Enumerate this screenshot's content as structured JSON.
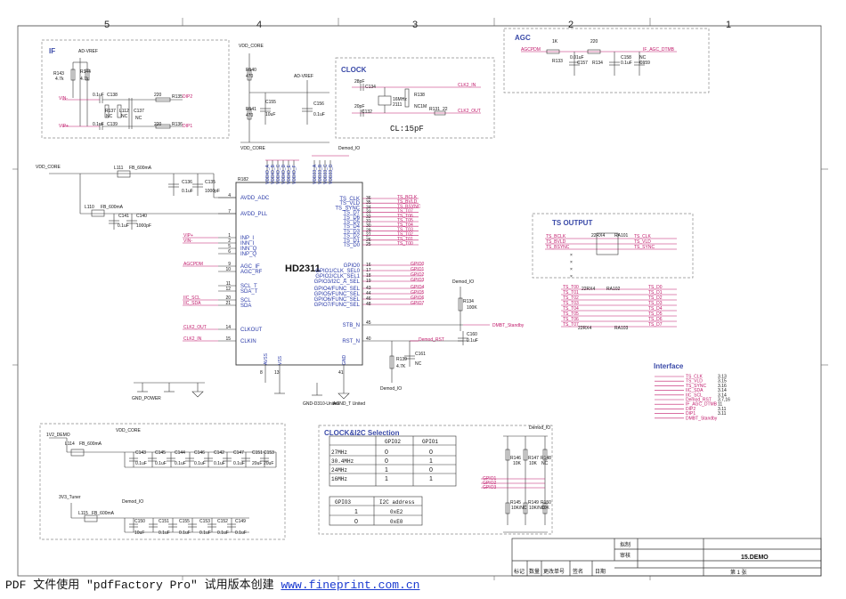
{
  "grid": {
    "cols_top": [
      "5",
      "4",
      "3",
      "2",
      "1"
    ]
  },
  "chip": {
    "name": "HD2311",
    "ref": "R182"
  },
  "blocks": {
    "if": {
      "title": "IF",
      "labels": [
        "AD-VREF",
        "R143",
        "4.7k",
        "R144",
        "4.7k",
        "VIN-",
        "VIP+",
        "C138",
        "0.1uF",
        "C139",
        "0.1uF",
        "R137",
        "NC",
        "L112",
        "NC",
        "C137",
        "NC",
        "R135",
        "220",
        "R136",
        "220",
        "DIP2",
        "DIP1"
      ]
    },
    "vdd_core_top": {
      "labels": [
        "VDD_CORE",
        "R140",
        "470",
        "R141",
        "470",
        "AD-VREF",
        "C155",
        "10uF",
        "C156",
        "0.1uF"
      ]
    },
    "clock": {
      "title": "CLOCK",
      "labels": [
        "28pF",
        "C134",
        "R138",
        "CLK2_IN",
        "20pF",
        "C132",
        "16MHz",
        "2111",
        "NC1M",
        "R131",
        "22",
        "CLK2_OUT"
      ],
      "note": "CL:15pF"
    },
    "agc": {
      "title": "AGC",
      "labels": [
        "1K",
        "220",
        "AGCPDM",
        "R133",
        "0.01uF",
        "C157",
        "R134",
        "C158",
        "0.1uF",
        "IF_AGC_DTMB",
        "NC",
        "C159"
      ]
    },
    "supply": {
      "labels": [
        "VDD_CORE",
        "L111",
        "FB_600mA",
        "C136",
        "0.1uF",
        "C135",
        "1000pF",
        "L110",
        "FB_600mA",
        "C141",
        "0.1uF",
        "C140",
        "1000pF"
      ]
    },
    "left_pins": [
      {
        "num": "4",
        "name": "AVDD_ADC"
      },
      {
        "num": "7",
        "name": "AVDD_PLL"
      },
      {
        "num": "1",
        "name": "INP_I"
      },
      {
        "num": "2",
        "name": "INN_I"
      },
      {
        "num": "5",
        "name": "INN_Q"
      },
      {
        "num": "6",
        "name": "INP_Q"
      },
      {
        "num": "9",
        "name": "AGC_IF"
      },
      {
        "num": "10",
        "name": "AGC_RF"
      },
      {
        "num": "11",
        "name": "SCL_T"
      },
      {
        "num": "12",
        "name": "SDA_T"
      },
      {
        "num": "20",
        "name": "SCL"
      },
      {
        "num": "21",
        "name": "SDA"
      },
      {
        "num": "14",
        "name": "CLKOUT"
      },
      {
        "num": "15",
        "name": "CLKIN"
      }
    ],
    "left_nets": [
      "VIP+",
      "VIN-",
      "AGCPDM",
      "IIC_SCL",
      "IIC_SDA",
      "CLK2_OUT",
      "CLK2_IN"
    ],
    "right_pins_ts": [
      {
        "num": "36",
        "name": "TS_CLK"
      },
      {
        "num": "35",
        "name": "TS_VLD"
      },
      {
        "num": "34",
        "name": "TS_SYNC"
      },
      {
        "num": "33",
        "name": "TS_D7"
      },
      {
        "num": "32",
        "name": "TS_D6"
      },
      {
        "num": "31",
        "name": "TS_D5"
      },
      {
        "num": "30",
        "name": "TS_D4"
      },
      {
        "num": "29",
        "name": "TS_D3"
      },
      {
        "num": "27",
        "name": "TS_D2"
      },
      {
        "num": "26",
        "name": "TS_D1"
      },
      {
        "num": "25",
        "name": "TS_D0"
      }
    ],
    "right_nets_ts": [
      "TS_BCLK",
      "TS_BVLD",
      "TS_BSYNC",
      "TS_T07",
      "TS_T06",
      "TS_T05",
      "TS_T04",
      "TS_T03",
      "TS_T02",
      "TS_T01",
      "TS_T00"
    ],
    "right_pins_gpio": [
      {
        "num": "16",
        "name": "GPIO0"
      },
      {
        "num": "17",
        "name": "GPIO1/CLK_SEL0"
      },
      {
        "num": "18",
        "name": "GPIO2/CLK_SEL1"
      },
      {
        "num": "19",
        "name": "GPIO3/I2C_A_SEL"
      },
      {
        "num": "43",
        "name": "GPIO4/FUNC_SEL"
      },
      {
        "num": "44",
        "name": "GPIO5/FUNC_SEL"
      },
      {
        "num": "46",
        "name": "GPIO6/FUNC_SEL"
      },
      {
        "num": "48",
        "name": "GPIO7/FUNC_SEL"
      }
    ],
    "right_nets_gpio": [
      "GPIO0",
      "GPIO1",
      "GPIO2",
      "GPIO3",
      "GPIO4",
      "GPIO5",
      "GPIO6",
      "GPIO7"
    ],
    "right_pins_ctrl": [
      {
        "num": "45",
        "name": "STB_N"
      },
      {
        "num": "40",
        "name": "RST_N"
      }
    ],
    "ctrl_nets": [
      "DMBT_Standby",
      "Demod_RST"
    ],
    "bottom_pins": [
      "AVSS",
      "VSS",
      "GND"
    ],
    "bottom_nums": [
      "8",
      "13",
      "41"
    ],
    "top_pins": [
      "VDDIO_A",
      "VDDIO_B",
      "VDDIO_C",
      "VDDIO_D",
      "VDDIO_E",
      "VDDIO_F",
      "VDD33_A",
      "VDD33_B",
      "VDD33_C",
      "VDD33_D"
    ],
    "top_nets": [
      "VDD_CORE",
      "Demod_IO"
    ],
    "misc": [
      "R134",
      "100K",
      "C160",
      "0.1uF",
      "C161",
      "NC",
      "R139",
      "4.7K",
      "Demod_IO",
      "Demod_IO",
      "GND_POWER",
      "GND-D310-United",
      "AGND_T United"
    ],
    "ts_output": {
      "title": "TS OUTPUT",
      "inputs": [
        "TS_BCLK",
        "TS_BVLD",
        "TS_BSYNC"
      ],
      "outputs": [
        "TS_CLK",
        "TS_VLD",
        "TS_SYNC"
      ],
      "res": [
        "22RX4",
        "RA101"
      ],
      "data_in": [
        "TS_T00",
        "TS_T01",
        "TS_T02",
        "TS_T03",
        "TS_T04",
        "TS_T05",
        "TS_T06",
        "TS_T07"
      ],
      "data_out": [
        "TS_D0",
        "TS_D1",
        "TS_D2",
        "TS_D3",
        "TS_D4",
        "TS_D5",
        "TS_D6",
        "TS_D7"
      ],
      "res2": [
        "22RX4",
        "RA102",
        "22RX4",
        "RA103"
      ]
    },
    "interface": {
      "title": "Interface",
      "nets": [
        "TS_CLK",
        "TS_VLD",
        "TS_SYNC",
        "IIC_SDA",
        "IIC_SCL",
        "Demod_RST",
        "IF_AGC_DTMB",
        "DIP2",
        "DIP1",
        "DMBT_Standby"
      ],
      "sheets": [
        "3.13",
        "3.15",
        "3.16",
        "3.14",
        "3.14",
        "3.7,16",
        "11",
        "3.11",
        "3.11"
      ]
    },
    "lower_supply": {
      "labels": [
        "1V2_DEMO",
        "L114",
        "FB_600mA",
        "VDD_CORE",
        "C143",
        "0.1uF",
        "C145",
        "0.1uF",
        "C144",
        "0.1uF",
        "C146",
        "0.1uF",
        "C142",
        "0.1uF",
        "C147",
        "0.1uF",
        "C151",
        "20uF",
        "C153",
        "20uF",
        "3V3_Tuner",
        "L115",
        "FB_600mA",
        "Demod_IO",
        "C150",
        "10uF",
        "C151",
        "0.1uF",
        "C155",
        "0.1uF",
        "C153",
        "0.1uF",
        "C152",
        "0.1uF",
        "C149",
        "0.1uF"
      ]
    },
    "clock_i2c": {
      "title": "CLOCK&I2C Selection",
      "table1_head": [
        "",
        "GPIO2",
        "GPIO1"
      ],
      "table1_rows": [
        [
          "27MHz",
          "0",
          "0"
        ],
        [
          "30.4MHz",
          "0",
          "1"
        ],
        [
          "24MHz",
          "1",
          "0"
        ],
        [
          "16MHz",
          "1",
          "1"
        ]
      ],
      "table2_head": [
        "GPIO3",
        "I2C address"
      ],
      "table2_rows": [
        [
          "1",
          "0xE2"
        ],
        [
          "0",
          "0xE0"
        ]
      ],
      "res_labels": [
        "Demod_IO",
        "R146",
        "10K",
        "R147",
        "10K",
        "R148",
        "NC",
        "GPIO1",
        "GPIO2",
        "GPIO3",
        "R145",
        "10K/NC",
        "R149",
        "10K/NC",
        "R150",
        "10K"
      ]
    }
  },
  "title_block": {
    "drawn": "拟制",
    "review": "审核",
    "sheet_title": "15.DEMO",
    "row_labels": [
      "标记",
      "数量",
      "更改单号",
      "签名",
      "日期"
    ],
    "page": "第 1 张"
  },
  "footer": {
    "prefix": "PDF 文件使用 \"pdfFactory Pro\" 试用版本创建 ",
    "link": "www.fineprint.com.cn"
  }
}
